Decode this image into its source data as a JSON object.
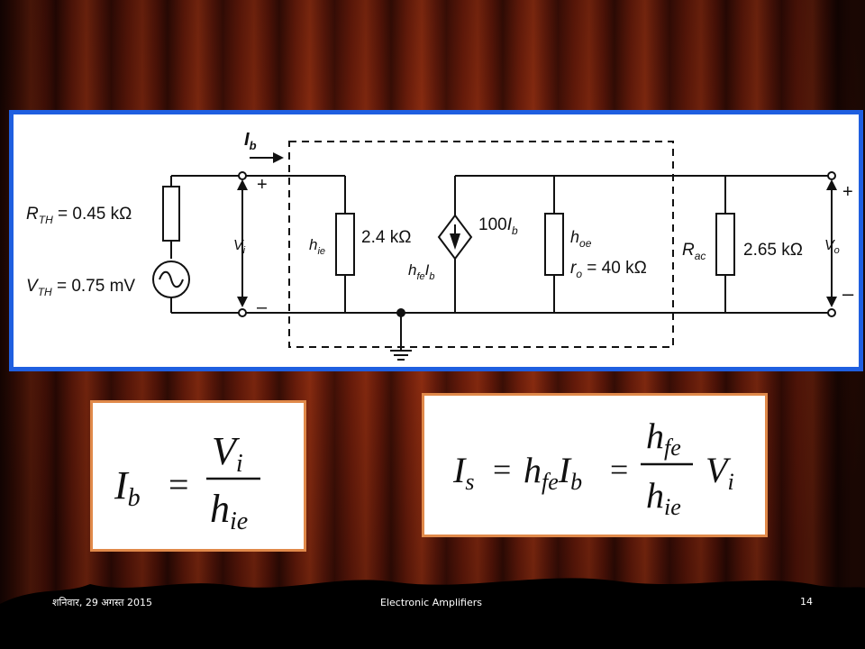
{
  "circuit": {
    "ib_label": "I",
    "ib_sub": "b",
    "rth_label": "R",
    "rth_sub": "TH",
    "rth_value": " = 0.45 kΩ",
    "vth_label": "V",
    "vth_sub": "TH",
    "vth_value": " = 0.75 mV",
    "vi_label": "V",
    "vi_sub": "i",
    "plus": "+",
    "minus": "–",
    "hie_label": "h",
    "hie_sub": "ie",
    "hie_value": "2.4 kΩ",
    "src_value": "100",
    "src_value_i": "I",
    "src_value_sub": "b",
    "hfe_label": "h",
    "hfe_sub": "fe",
    "hfe_i": "I",
    "hfe_i_sub": "b",
    "hoe_label": "h",
    "hoe_sub": "oe",
    "ro_label": "r",
    "ro_sub": "o",
    "ro_value": " = 40 kΩ",
    "rac_label": "R",
    "rac_sub": "ac",
    "rac_value": "2.65 kΩ",
    "vo_label": "V",
    "vo_sub": "o",
    "out_plus": "+",
    "out_minus": "–"
  },
  "equation_left": {
    "lhs": "I",
    "lhs_sub": "b",
    "eq": "=",
    "num": "V",
    "num_sub": "i",
    "den": "h",
    "den_sub": "ie"
  },
  "equation_right": {
    "lhs": "I",
    "lhs_sub": "s",
    "eq1": "=",
    "mid": "h",
    "mid_sub": "fe",
    "mid_i": "I",
    "mid_i_sub": "b",
    "eq2": "=",
    "num": "h",
    "num_sub": "fe",
    "den": "h",
    "den_sub": "ie",
    "tail": "V",
    "tail_sub": "i"
  },
  "footer": {
    "date": "शनिवार, 29 अगस्त 2015",
    "title": "Electronic Amplifiers",
    "page": "14"
  }
}
